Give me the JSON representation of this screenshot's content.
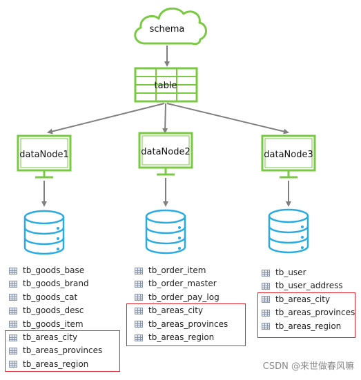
{
  "diagram": {
    "schema_label": "schema",
    "table_label": "table",
    "nodes": [
      {
        "label": "dataNode1",
        "tables": [
          "tb_goods_base",
          "tb_goods_brand",
          "tb_goods_cat",
          "tb_goods_desc",
          "tb_goods_item",
          "tb_areas_city",
          "tb_areas_provinces",
          "tb_areas_region"
        ]
      },
      {
        "label": "dataNode2",
        "tables": [
          "tb_order_item",
          "tb_order_master",
          "tb_order_pay_log",
          "tb_areas_city",
          "tb_areas_provinces",
          "tb_areas_region"
        ]
      },
      {
        "label": "dataNode3",
        "tables": [
          "tb_user",
          "tb_user_address",
          "tb_areas_city",
          "tb_areas_provinces",
          "tb_areas_region"
        ]
      }
    ]
  },
  "colors": {
    "green": "#7ac943",
    "arrow": "#7f7f7f",
    "db_blue": "#29abe2",
    "highlight": "#e0242b"
  },
  "watermark": "CSDN @来世做春风嘛"
}
